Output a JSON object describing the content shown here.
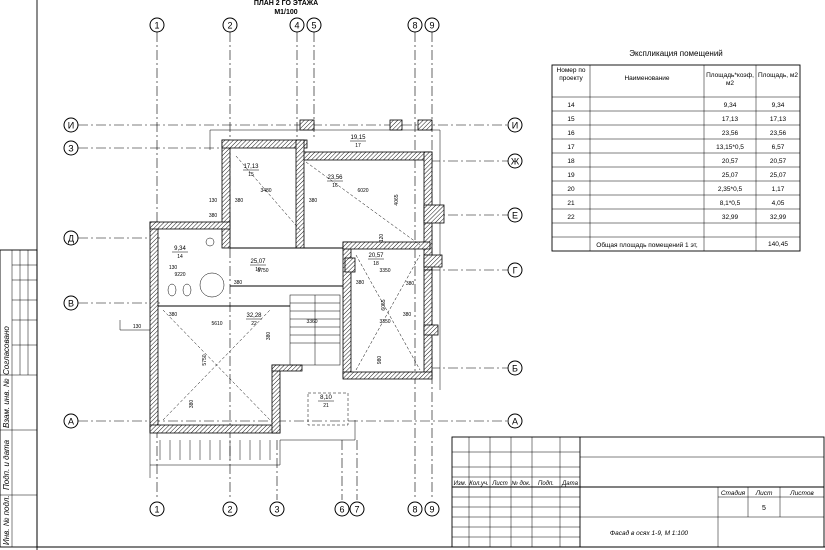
{
  "plan": {
    "title": "ПЛАН 2 ГО ЭТАЖА",
    "scale": "М1/100"
  },
  "axes": {
    "top": [
      "1",
      "2",
      "4",
      "5",
      "8",
      "9"
    ],
    "bottom": [
      "1",
      "2",
      "3",
      "6",
      "7",
      "8",
      "9"
    ],
    "left": [
      "И",
      "З",
      "Д",
      "В",
      "А"
    ],
    "right": [
      "И",
      "Ж",
      "Е",
      "Г",
      "Б",
      "А"
    ]
  },
  "rooms": [
    {
      "area": "17,13",
      "num": "15"
    },
    {
      "area": "23,56",
      "num": "16"
    },
    {
      "area": "19,15",
      "num": "17"
    },
    {
      "area": "9,34",
      "num": "14"
    },
    {
      "area": "25,07",
      "num": "19"
    },
    {
      "area": "20,57",
      "num": "18"
    },
    {
      "area": "32,28",
      "num": "22"
    },
    {
      "area": "8,10",
      "num": "21"
    }
  ],
  "dims": [
    "3480",
    "380",
    "6020",
    "380",
    "130",
    "380",
    "4065",
    "120",
    "130",
    "9220",
    "380",
    "5750",
    "3350",
    "380",
    "380",
    "5610",
    "380",
    "3360",
    "6055",
    "3350",
    "380",
    "130",
    "5750",
    "380",
    "980",
    "380"
  ],
  "explication": {
    "title": "Экспликация помещений",
    "headers": [
      "Номер по проекту",
      "Наименование",
      "Площадь*коэф, м2",
      "Площадь, м2"
    ],
    "rows": [
      [
        "14",
        "",
        "9,34",
        "9,34"
      ],
      [
        "15",
        "",
        "17,13",
        "17,13"
      ],
      [
        "16",
        "",
        "23,56",
        "23,56"
      ],
      [
        "17",
        "",
        "13,15*0,5",
        "6,57"
      ],
      [
        "18",
        "",
        "20,57",
        "20,57"
      ],
      [
        "19",
        "",
        "25,07",
        "25,07"
      ],
      [
        "20",
        "",
        "2,35*0,5",
        "1,17"
      ],
      [
        "21",
        "",
        "8,1*0,5",
        "4,05"
      ],
      [
        "22",
        "",
        "32,99",
        "32,99"
      ]
    ],
    "total_label": "Общая площадь помещений 1 эт,",
    "total_value": "140,45"
  },
  "side_stamp": [
    "Согласовано",
    "Взам. инв. №",
    "Подп. и дата",
    "Инв. № подл."
  ],
  "title_block": {
    "cols": [
      "Изм.",
      "Кол.уч.",
      "Лист",
      "№ док.",
      "Подп.",
      "Дата"
    ],
    "stage_label": "Стадия",
    "sheet_label": "Лист",
    "sheets_label": "Листов",
    "sheet_value": "5",
    "caption": "Фасад в осях 1-9, М 1:100"
  }
}
